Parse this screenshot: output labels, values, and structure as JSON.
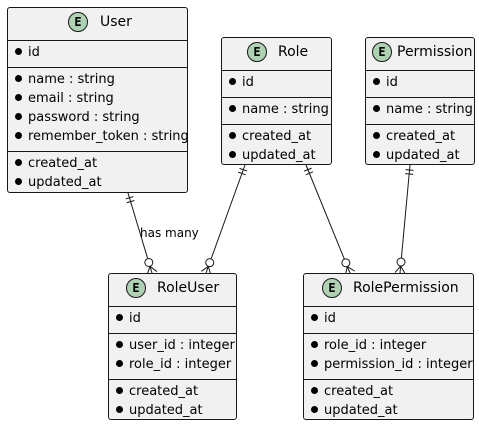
{
  "entities": {
    "user": {
      "icon": "E",
      "name": "User",
      "attributes": [
        [
          "id"
        ],
        [
          "name : string",
          "email : string",
          "password : string",
          "remember_token : string"
        ],
        [
          "created_at",
          "updated_at"
        ]
      ]
    },
    "role": {
      "icon": "E",
      "name": "Role",
      "attributes": [
        [
          "id"
        ],
        [
          "name : string"
        ],
        [
          "created_at",
          "updated_at"
        ]
      ]
    },
    "permission": {
      "icon": "E",
      "name": "Permission",
      "attributes": [
        [
          "id"
        ],
        [
          "name : string"
        ],
        [
          "created_at",
          "updated_at"
        ]
      ]
    },
    "roleuser": {
      "icon": "E",
      "name": "RoleUser",
      "attributes": [
        [
          "id"
        ],
        [
          "user_id : integer",
          "role_id : integer"
        ],
        [
          "created_at",
          "updated_at"
        ]
      ]
    },
    "rolepermission": {
      "icon": "E",
      "name": "RolePermission",
      "attributes": [
        [
          "id"
        ],
        [
          "role_id : integer",
          "permission_id : integer"
        ],
        [
          "created_at",
          "updated_at"
        ]
      ]
    }
  },
  "relations": [
    {
      "from": "user",
      "to": "roleuser",
      "label": "has many"
    },
    {
      "from": "role",
      "to": "roleuser",
      "label": ""
    },
    {
      "from": "role",
      "to": "rolepermission",
      "label": ""
    },
    {
      "from": "permission",
      "to": "rolepermission",
      "label": ""
    }
  ],
  "colors": {
    "entity_fill": "#f1f1f1",
    "icon_fill": "#add1b2",
    "border": "#181818"
  }
}
